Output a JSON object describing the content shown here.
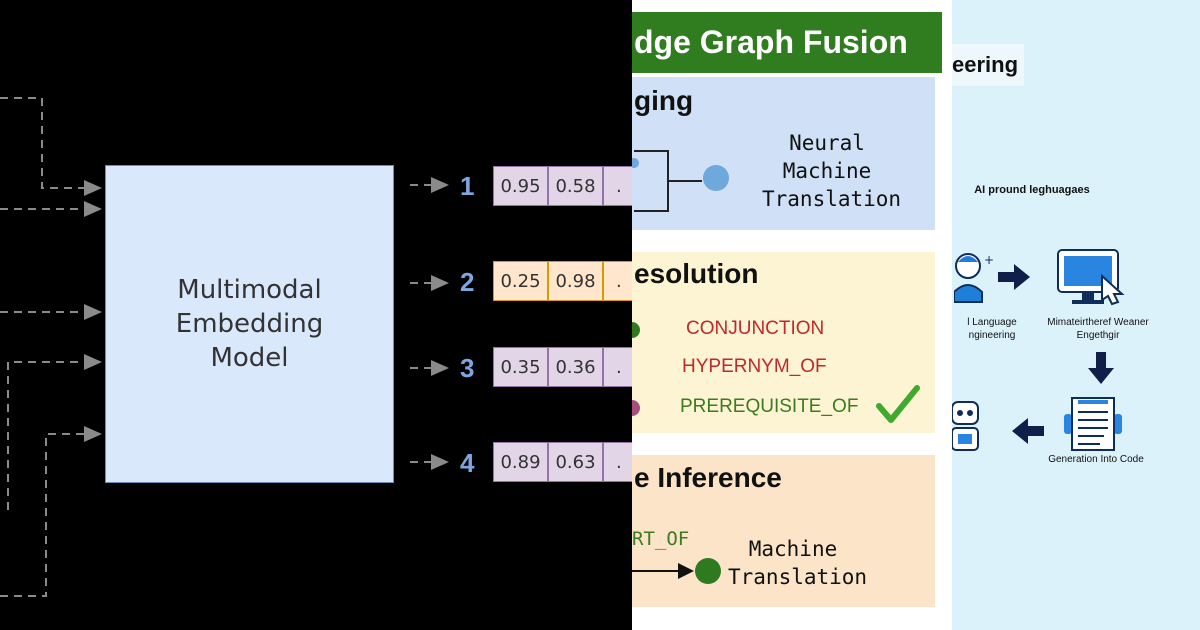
{
  "left_panel": {
    "model_box": {
      "line1": "Multimodal Embedding",
      "line2": "Model"
    },
    "rows": [
      {
        "index": "1",
        "v1": "0.95",
        "v2": "0.58",
        "ellipsis": ".",
        "color": "#e1d5e7"
      },
      {
        "index": "2",
        "v1": "0.25",
        "v2": "0.98",
        "ellipsis": ".",
        "color": "#ffe6cc"
      },
      {
        "index": "3",
        "v1": "0.35",
        "v2": "0.36",
        "ellipsis": ".",
        "color": "#e1d5e7"
      },
      {
        "index": "4",
        "v1": "0.89",
        "v2": "0.63",
        "ellipsis": ".",
        "color": "#e1d5e7"
      }
    ],
    "colors": {
      "background": "#000000",
      "box_fill": "#dae8fc",
      "index_color": "#7ea6e0"
    }
  },
  "middle_panel": {
    "header": "dge Graph Fusion",
    "card1": {
      "title": "ging",
      "node_label": [
        "Neural",
        "Machine",
        "Translation"
      ]
    },
    "card2": {
      "title": "esolution",
      "relations": [
        "CONJUNCTION",
        "HYPERNYM_OF",
        "PREREQUISITE_OF"
      ]
    },
    "card3": {
      "title": "e Inference",
      "relation": "RT_OF",
      "node_label": [
        "Machine",
        "Translation"
      ]
    },
    "colors": {
      "header": "#2f7d1f",
      "card1": "#cfe0f7",
      "card2": "#fdf4d3",
      "card3": "#fce4c8",
      "relation_red": "#c0282a",
      "relation_green": "#3c7b1f",
      "node_blue": "#6fa8dc",
      "node_green": "#2d7a21"
    }
  },
  "right_panel": {
    "title": "eering",
    "subtitle": "AI pround leghuagaes",
    "step1": [
      "l Language",
      "ngineering"
    ],
    "step2": [
      "Mimateirtheref Weaner",
      "Engethgir"
    ],
    "step3": "Generation Into Code",
    "icons": [
      "person-icon",
      "monitor-click-icon",
      "document-icon",
      "robot-icon",
      "arrow-right-icon",
      "arrow-down-icon",
      "arrow-left-icon"
    ],
    "colors": {
      "background": "#dcf2fb",
      "arrow": "#0f1f4a"
    }
  }
}
